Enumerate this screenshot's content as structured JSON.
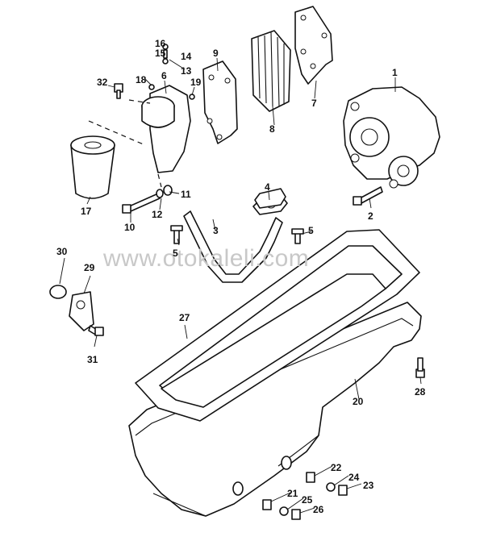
{
  "watermark": "www.otokaleli.com",
  "callouts": {
    "c1": "1",
    "c2": "2",
    "c3": "3",
    "c4": "4",
    "c5a": "5",
    "c5b": "5",
    "c6": "6",
    "c7": "7",
    "c8": "8",
    "c9": "9",
    "c10": "10",
    "c11": "11",
    "c12": "12",
    "c13": "13",
    "c14": "14",
    "c15": "15",
    "c16": "16",
    "c17": "17",
    "c18": "18",
    "c19": "19",
    "c20": "20",
    "c21": "21",
    "c22": "22",
    "c23": "23",
    "c24": "24",
    "c25": "25",
    "c26": "26",
    "c27": "27",
    "c28": "28",
    "c29": "29",
    "c30": "30",
    "c31": "31",
    "c32": "32"
  }
}
